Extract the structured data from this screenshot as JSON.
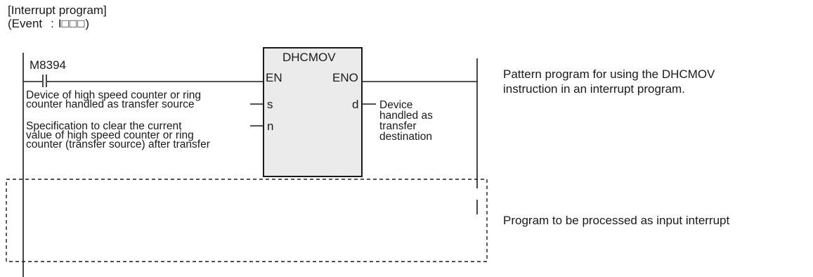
{
  "header": {
    "title": "[Interrupt program]",
    "event_prefix": "(Event",
    "event_colon": ":",
    "event_value": "I",
    "event_placeholder": "□□□",
    "event_suffix": ")"
  },
  "contact": {
    "label": "M8394"
  },
  "instruction": {
    "name": "DHCMOV",
    "pin_en": "EN",
    "pin_eno": "ENO",
    "pin_s": "s",
    "pin_d": "d",
    "pin_n": "n"
  },
  "operands": {
    "s_lines": [
      "Device of high speed counter or ring",
      "counter handled as transfer source"
    ],
    "n_lines": [
      "Specification to clear the current",
      "value of high speed counter or ring",
      "counter (transfer source) after transfer"
    ],
    "d_lines": [
      "Device",
      "handled as",
      "transfer",
      "destination"
    ]
  },
  "notes": {
    "pattern": [
      "Pattern program for using the DHCMOV",
      "instruction in an interrupt program."
    ],
    "interrupt": "Program to be processed as input interrupt"
  }
}
